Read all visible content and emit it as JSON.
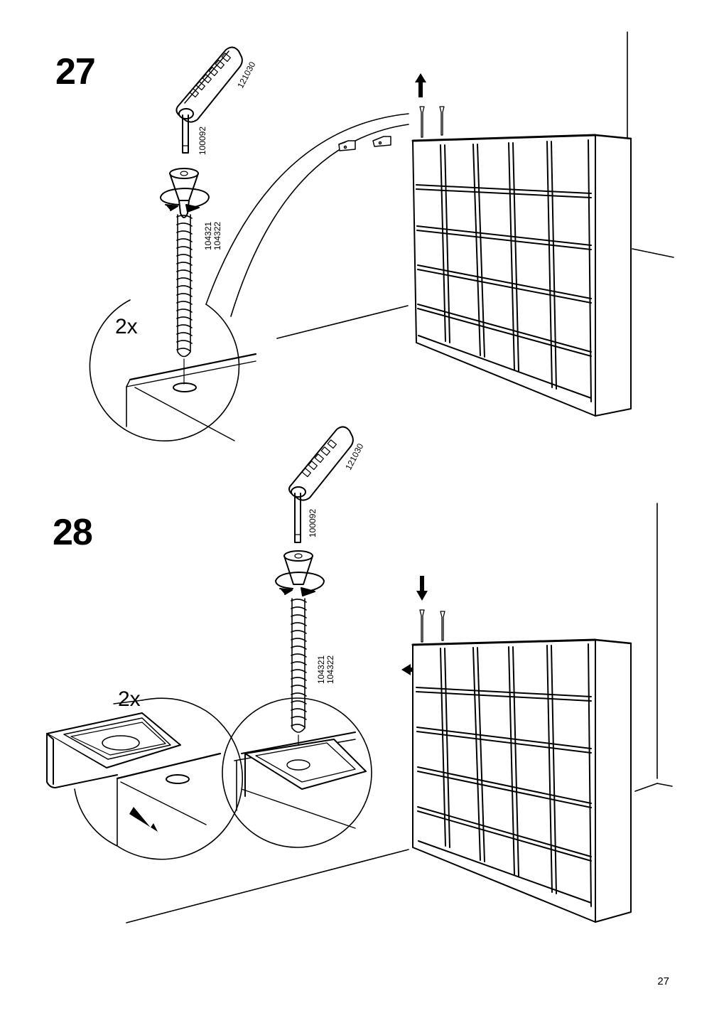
{
  "page_number": "27",
  "steps": [
    {
      "number": "27",
      "tool_code": "121030",
      "bit_code": "100092",
      "screw_codes": [
        "104321",
        "104322"
      ],
      "quantity": "2x"
    },
    {
      "number": "28",
      "tool_code": "121030",
      "bit_code": "100092",
      "screw_codes": [
        "104321",
        "104322"
      ],
      "quantity": "2x"
    }
  ]
}
